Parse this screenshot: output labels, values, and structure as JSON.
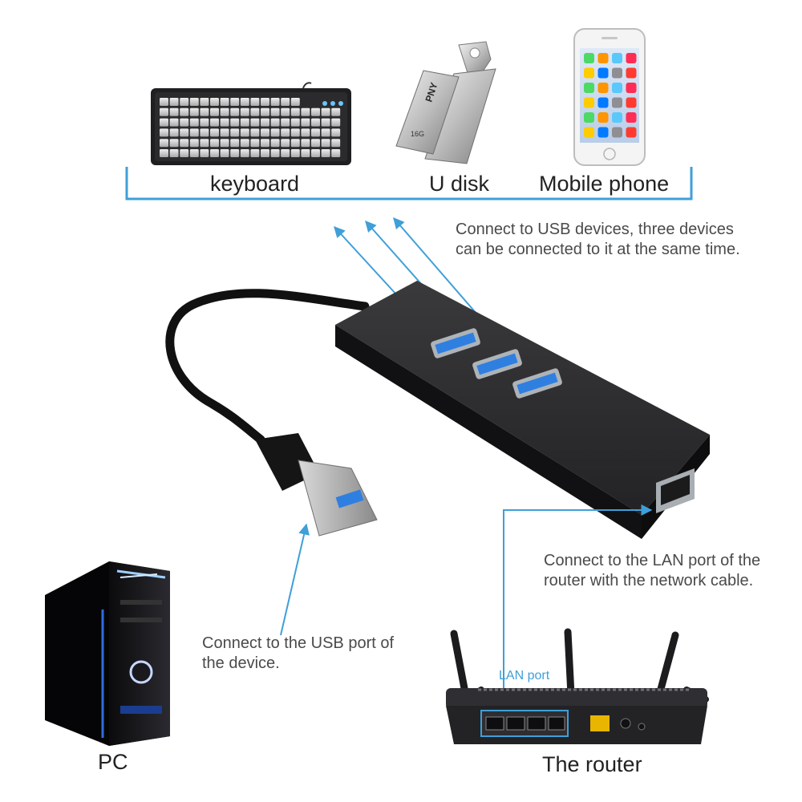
{
  "labels": {
    "keyboard": "keyboard",
    "udisk": "U disk",
    "mobile": "Mobile phone",
    "pc": "PC",
    "router": "The router",
    "lan_port": "LAN port"
  },
  "notes": {
    "usb_devices": "Connect to USB devices, three devices can be connected to it at the same time.",
    "lan": "Connect to the LAN port of the router with the network cable.",
    "usb_port": "Connect to the USB port of the device."
  },
  "brand": {
    "udisk_brand": "PNY",
    "udisk_capacity": "16G"
  },
  "colors": {
    "accent": "#3f9fd8",
    "hub": "#1c1c1e",
    "usb3_blue": "#2f7fe0"
  },
  "icons": [
    "keyboard-icon",
    "usb-flash-drive-icon",
    "mobile-phone-icon",
    "usb-hub-icon",
    "pc-tower-icon",
    "router-icon"
  ]
}
